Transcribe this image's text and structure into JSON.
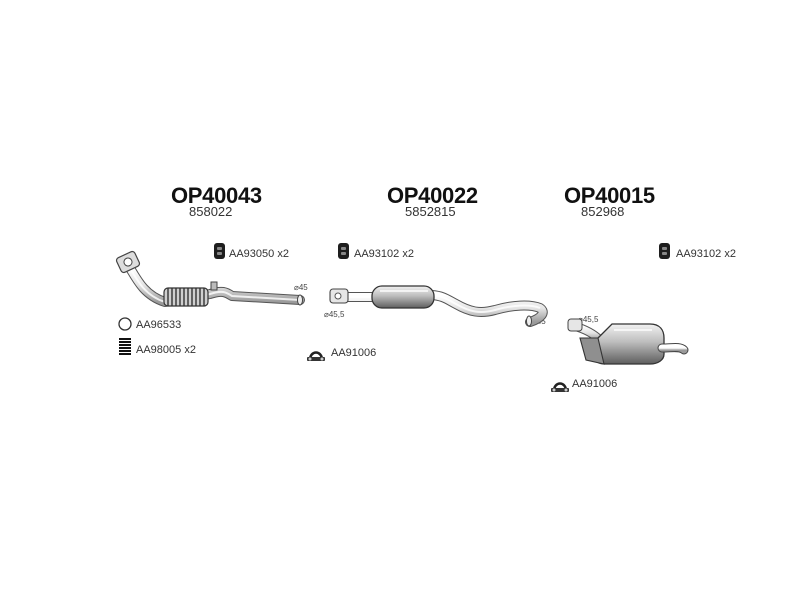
{
  "sections": [
    {
      "code": "OP40043",
      "oem": "858022"
    },
    {
      "code": "OP40022",
      "oem": "5852815"
    },
    {
      "code": "OP40015",
      "oem": "852968"
    }
  ],
  "accessories": {
    "hanger_1": "AA93050 x2",
    "hanger_2": "AA93102 x2",
    "hanger_3": "AA93102 x2",
    "ring": "AA96533",
    "spring": "AA98005 x2",
    "clamp_1": "AA91006",
    "clamp_2": "AA91006"
  },
  "diameters": {
    "d1": "⌀45",
    "d2": "⌀45,5",
    "d3": "⌀45",
    "d4": "⌀45,5"
  },
  "icons": [
    "rubber-hanger-icon",
    "ring-icon",
    "spring-icon",
    "clamp-icon"
  ]
}
